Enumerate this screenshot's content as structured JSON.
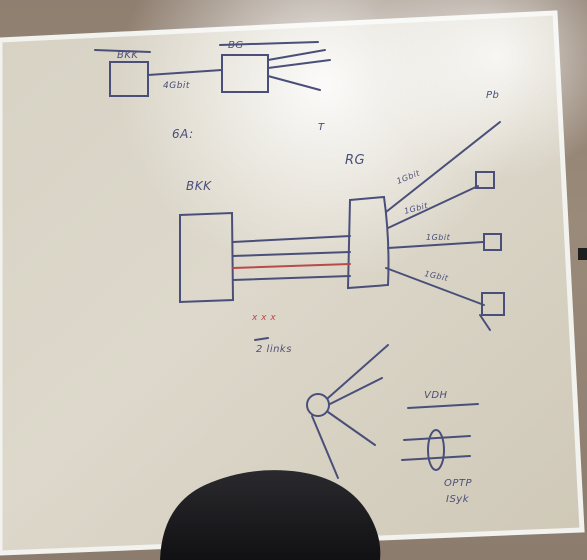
{
  "whiteboard": {
    "labels": {
      "top_left_box": "BKK",
      "top_middle_box": "BG",
      "top_link": "4Gbit",
      "top_right_note": "T",
      "section_title": "6A:",
      "left_site": "BKK",
      "right_site": "RG",
      "remote_top": "Pb",
      "link_1": "1Gbit",
      "link_2": "1Gbit",
      "link_3": "1Gbit",
      "link_4": "1Gbit",
      "red_note": "x x x",
      "bottom_note": "2 links",
      "legend_1": "VDH",
      "legend_2": "OPTP",
      "legend_3": "ISyk"
    }
  },
  "colors": {
    "board_base": "#d6d1c3",
    "board_frame": "#f2f2ef",
    "marker_blue": "#4a4f7a",
    "marker_red": "#b84a4a",
    "wall": "#8f7f70",
    "head_dark": "#141416"
  }
}
